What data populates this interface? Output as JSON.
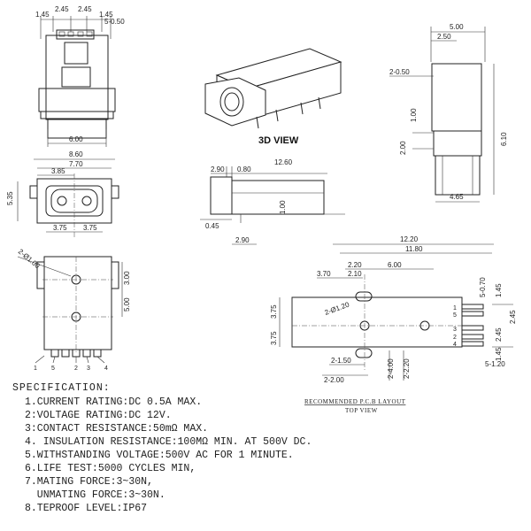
{
  "view_3d_title": "3D VIEW",
  "front_view": {
    "dims": [
      "1.45",
      "2.45",
      "2.45",
      "1.45",
      "5-0.50",
      "6.00"
    ]
  },
  "top_view": {
    "dims": [
      "8.60",
      "7.70",
      "3.85",
      "5.35",
      "3.75",
      "3.75"
    ]
  },
  "bottom_view": {
    "dims": [
      "2-Ø1.00",
      "3.00",
      "5.00"
    ],
    "pin_labels": [
      "1",
      "5",
      "2",
      "3",
      "4"
    ]
  },
  "side_view_small": {
    "dims": [
      "2.90",
      "0.80",
      "12.60",
      "1.00",
      "0.45",
      "2.90"
    ]
  },
  "right_view": {
    "dims": [
      "5.00",
      "2.50",
      "2-0.50",
      "1.00",
      "2.00",
      "6.10",
      "4.65"
    ]
  },
  "pcb_layout": {
    "dims": [
      "12.20",
      "11.80",
      "3.70",
      "2.20",
      "2.10",
      "6.00",
      "2-Ø1.20",
      "3.75",
      "3.75",
      "2-1.50",
      "2-2.00",
      "2-4.00",
      "2-2.20",
      "5-0.70",
      "1.45",
      "2.45",
      "2.45",
      "5-1.20",
      "1.45"
    ],
    "pin_labels": [
      "1",
      "5",
      "3",
      "2",
      "4"
    ],
    "caption": "RECOMMENDED P.C.B LAYOUT",
    "subcaption": "TOP VIEW"
  },
  "specification": {
    "title": "SPECIFICATION:",
    "items": [
      "1.CURRENT RATING:DC 0.5A MAX.",
      "2:VOLTAGE RATING:DC 12V.",
      "3:CONTACT RESISTANCE:50mΩ MAX.",
      "4. INSULATION RESISTANCE:100MΩ MIN. AT 500V DC.",
      "5.WITHSTANDING VOLTAGE:500V AC FOR 1 MINUTE.",
      "6.LIFE TEST:5000 CYCLES MIN,",
      "7.MATING FORCE:3~30N,",
      "  UNMATING FORCE:3~30N.",
      "8.TEPROOF LEVEL:IP67"
    ]
  }
}
